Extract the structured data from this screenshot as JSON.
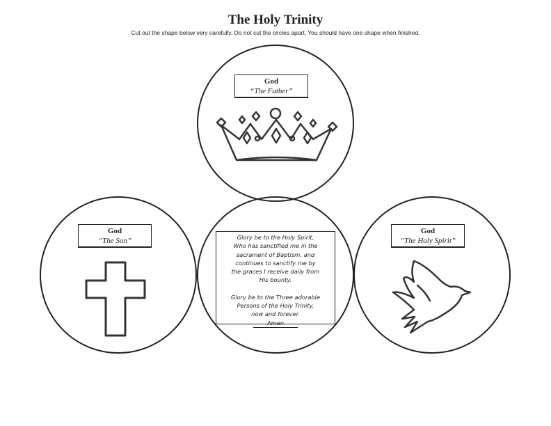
{
  "title": "The Holy Trinity",
  "instructions": "Cut out the shape below very carefully. Do not cut the circles apart. You should have one shape when finished.",
  "circles": {
    "father": {
      "heading": "God",
      "name": "“The Father”",
      "icon": "crown-icon"
    },
    "son": {
      "heading": "God",
      "name": "“The Son”",
      "icon": "cross-icon"
    },
    "spirit": {
      "heading": "God",
      "name": "“The Holy Spirit”",
      "icon": "dove-icon"
    }
  },
  "prayer": {
    "lines1": [
      "Glory be to the Holy Spirit,",
      "Who has sanctified me in the",
      "sacrament of Baptism, and",
      "continues to sanctify me by",
      "the graces I receive daily from",
      "His bounty."
    ],
    "lines2": [
      "Glory be to the Three adorable",
      "Persons of the Holy Trinity,",
      "now and forever."
    ],
    "amen": "Amen"
  }
}
